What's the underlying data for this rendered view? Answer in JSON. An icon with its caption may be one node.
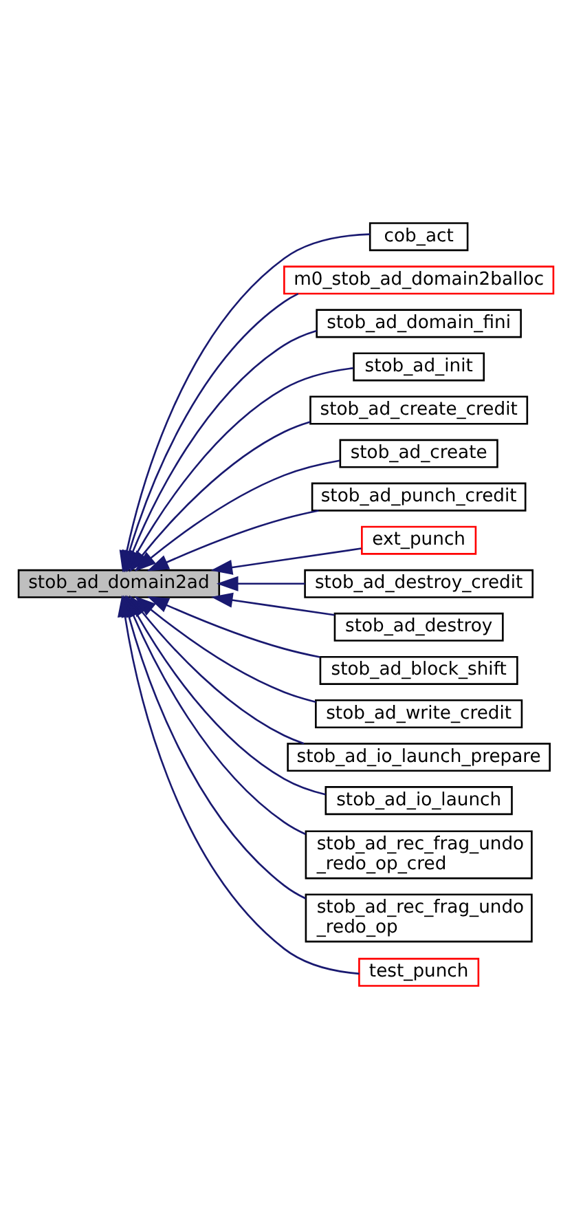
{
  "diagram": {
    "nodes": [
      {
        "text": [
          "stob_ad_domain2ad"
        ]
      },
      {
        "text": [
          "cob_act"
        ]
      },
      {
        "text": [
          "m0_stob_ad_domain2balloc"
        ]
      },
      {
        "text": [
          "stob_ad_domain_fini"
        ]
      },
      {
        "text": [
          "stob_ad_init"
        ]
      },
      {
        "text": [
          "stob_ad_create_credit"
        ]
      },
      {
        "text": [
          "stob_ad_create"
        ]
      },
      {
        "text": [
          "stob_ad_punch_credit"
        ]
      },
      {
        "text": [
          "ext_punch"
        ]
      },
      {
        "text": [
          "stob_ad_destroy_credit"
        ]
      },
      {
        "text": [
          "stob_ad_destroy"
        ]
      },
      {
        "text": [
          "stob_ad_block_shift"
        ]
      },
      {
        "text": [
          "stob_ad_write_credit"
        ]
      },
      {
        "text": [
          "stob_ad_io_launch_prepare"
        ]
      },
      {
        "text": [
          "stob_ad_io_launch"
        ]
      },
      {
        "text": [
          "stob_ad_rec_frag_undo _redo_op_cred"
        ]
      },
      {
        "text": [
          "stob_ad_rec_frag_undo _redo_op"
        ]
      },
      {
        "text": [
          "test_punch"
        ]
      }
    ],
    "edges": [
      {
        "from": 1,
        "to": 0,
        "arrow": "to"
      },
      {
        "from": 2,
        "to": 0,
        "arrow": "to"
      },
      {
        "from": 3,
        "to": 0,
        "arrow": "to"
      },
      {
        "from": 4,
        "to": 0,
        "arrow": "to"
      },
      {
        "from": 5,
        "to": 0,
        "arrow": "to"
      },
      {
        "from": 6,
        "to": 0,
        "arrow": "to"
      },
      {
        "from": 7,
        "to": 0,
        "arrow": "to"
      },
      {
        "from": 8,
        "to": 0,
        "arrow": "to"
      },
      {
        "from": 9,
        "to": 0,
        "arrow": "to"
      },
      {
        "from": 10,
        "to": 0,
        "arrow": "to"
      },
      {
        "from": 11,
        "to": 0,
        "arrow": "to"
      },
      {
        "from": 12,
        "to": 0,
        "arrow": "to"
      },
      {
        "from": 13,
        "to": 0,
        "arrow": "to"
      },
      {
        "from": 14,
        "to": 0,
        "arrow": "to"
      },
      {
        "from": 15,
        "to": 0,
        "arrow": "to"
      },
      {
        "from": 16,
        "to": 0,
        "arrow": "to"
      },
      {
        "from": 17,
        "to": 0,
        "arrow": "to"
      }
    ]
  }
}
